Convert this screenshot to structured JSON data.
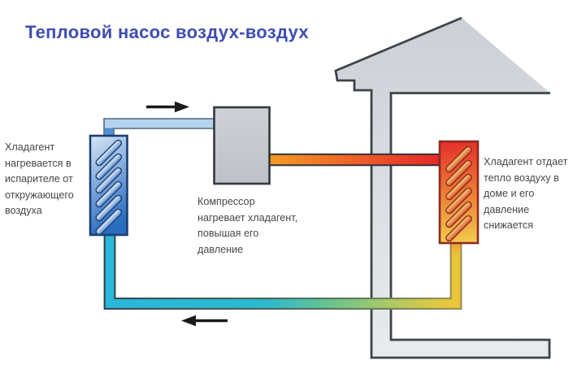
{
  "title": {
    "label": "Тепловой насос воздух-воздух"
  },
  "captions": {
    "evaporator": {
      "lines": [
        "Хладагент",
        "нагревается в",
        "испарителе от",
        "откружающего",
        "воздуха"
      ]
    },
    "compressor": {
      "lines": [
        "Компрессор",
        "нагревает хладагент,",
        "повышая его",
        "давление"
      ]
    },
    "condenser": {
      "lines": [
        "Хладагент отдает",
        "тепло воздуху в",
        "доме и его",
        "давление",
        "снижается"
      ]
    }
  },
  "icons": {
    "top_flow": "arrow-right-icon",
    "bottom_flow": "arrow-left-icon"
  },
  "colors": {
    "background": "#ffffff",
    "title": "#3f4db1",
    "text": "#474747",
    "outline": "#3f444a",
    "house_light": "#e9ebee",
    "house_dark": "#ccd0d6",
    "pipe_cold": "#b5d3ec",
    "pipe_cold_outline": "#55677a",
    "pipe_hot_start": "#f59a25",
    "pipe_hot_end": "#e6242a",
    "pipe_hot_outline": "#2f3338",
    "return_cyan": "#29b7db",
    "return_green": "#66c392",
    "return_olive": "#abca64",
    "return_yellow": "#edc438",
    "evap_top": "#d7e7f7",
    "evap_bottom": "#2a6cbe",
    "evap_border": "#1b3f72",
    "cond_top": "#e5302b",
    "cond_mid": "#ec7c33",
    "cond_bottom": "#f3cb4e",
    "cond_border": "#8c2b20",
    "compressor_fill": "#c6c9cf",
    "compressor_border": "#34383e",
    "arrow": "#1a1a1a"
  }
}
